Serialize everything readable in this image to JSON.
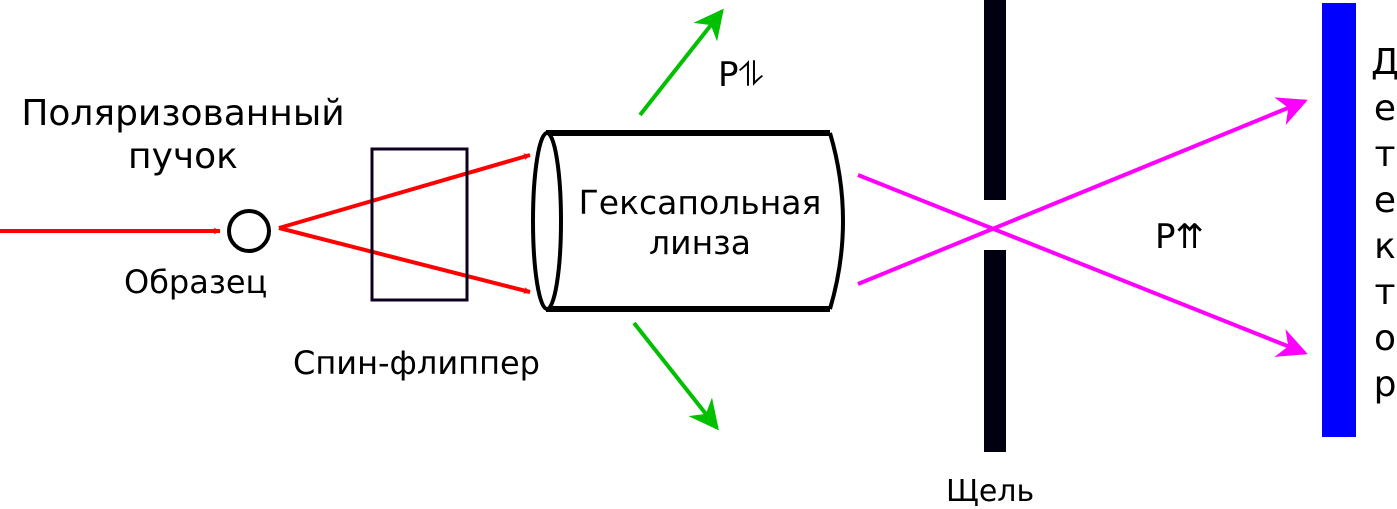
{
  "labels": {
    "beam_line1": "Поляризованный",
    "beam_line2": "пучок",
    "sample": "Образец",
    "spin_flipper": "Спин-флиппер",
    "lens_line1": "Гексапольная",
    "lens_line2": "линза",
    "slit": "Щель",
    "polarization_flipped": "P⥮",
    "polarization_parallel": "P⇈",
    "detector_letters": [
      "Д",
      "е",
      "т",
      "е",
      "к",
      "т",
      "о",
      "р"
    ]
  },
  "colors": {
    "incident_beam": "#ff0000",
    "reflected_beam": "#00c000",
    "focused_beam": "#ff00ff",
    "detector": "#0000ff",
    "slit": "#000010",
    "spin_flipper": "#100020",
    "outline": "#000000"
  }
}
